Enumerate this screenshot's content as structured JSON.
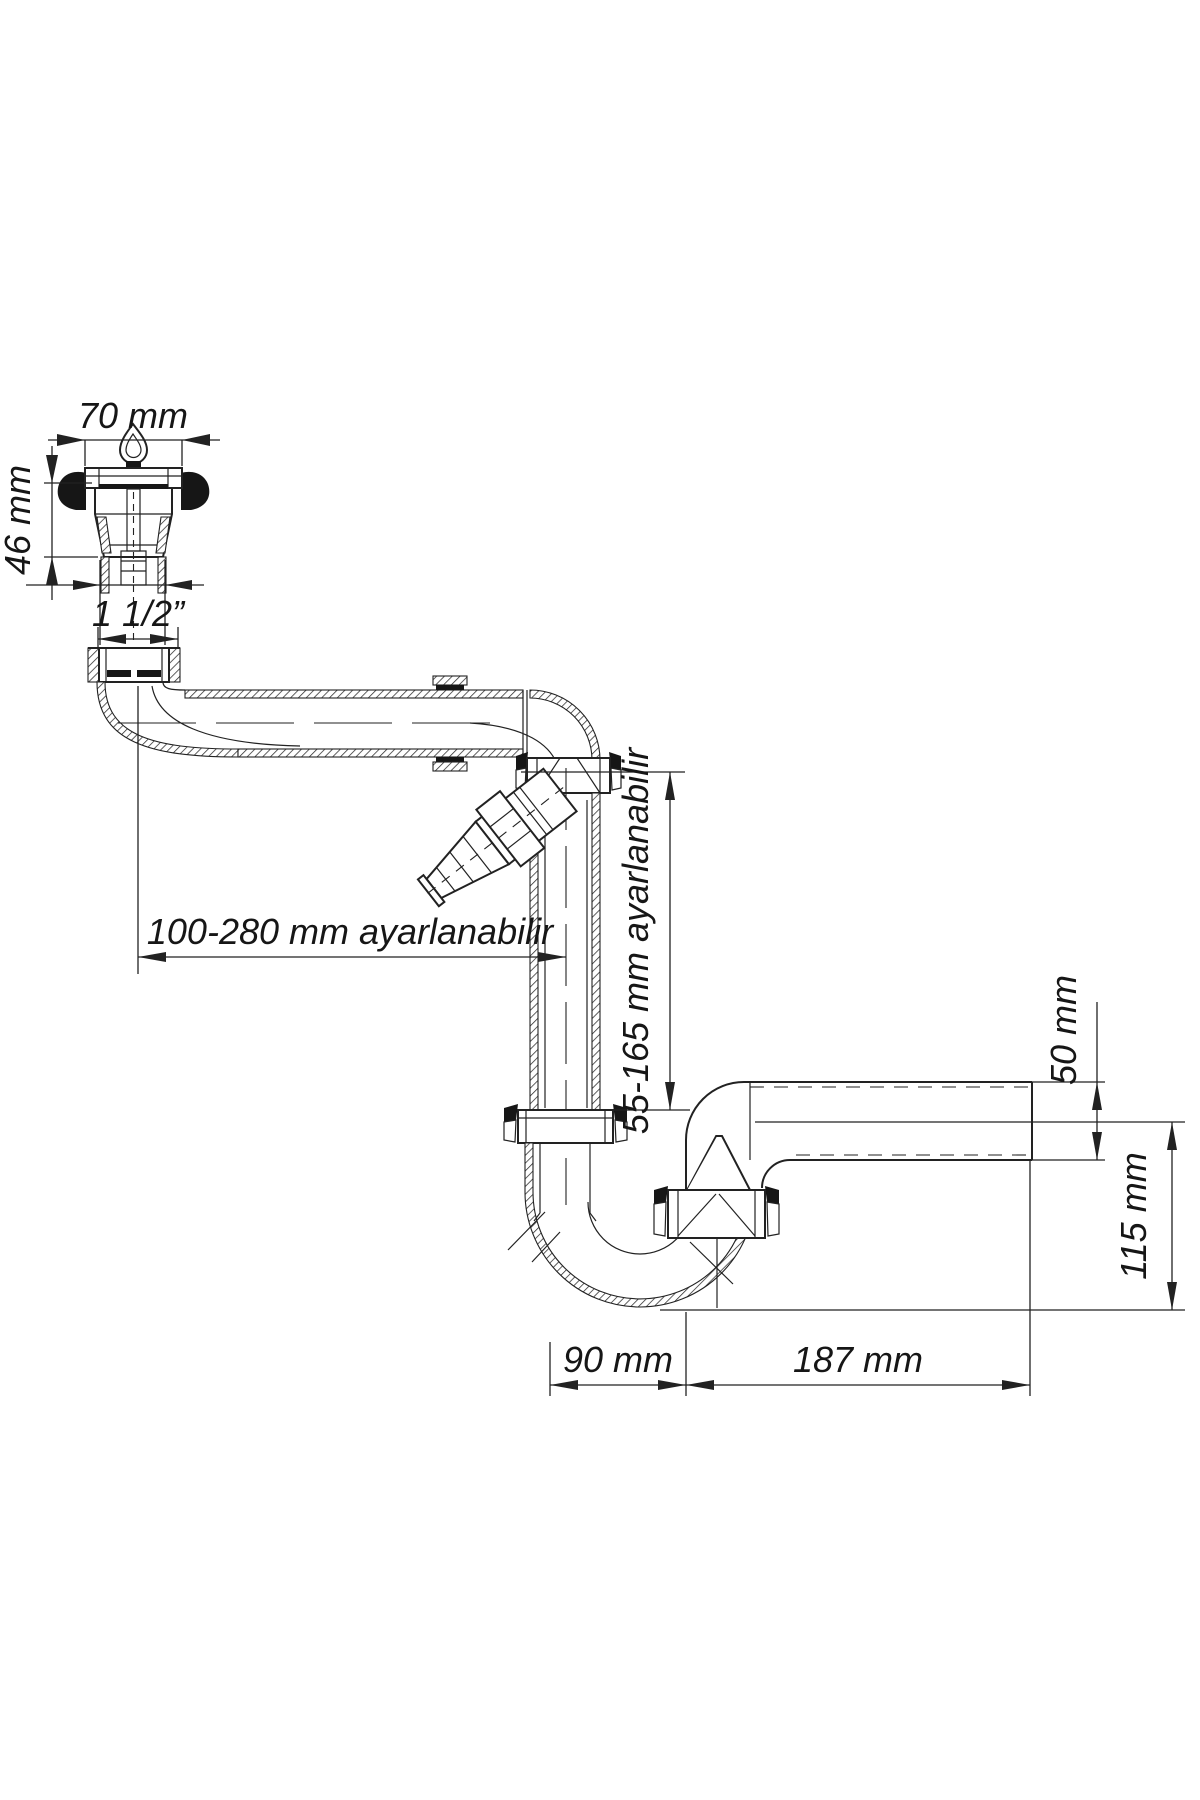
{
  "diagram": {
    "type": "technical-drawing",
    "subject": "space-saving sink siphon (P-trap) with strainer and appliance hose spout",
    "colors": {
      "line": "#222222",
      "background": "#ffffff",
      "gasket_fill": "#161616"
    },
    "labels": {
      "strainer_width": "70 mm",
      "strainer_height": "46 mm",
      "thread_size": "1 1/2”",
      "horizontal_adjust": "100-280 mm ayarlanabilir",
      "vertical_adjust": "55-165 mm ayarlanabilir",
      "outlet_pipe_diameter": "50 mm",
      "outlet_height": "115 mm",
      "trap_width": "90 mm",
      "outlet_length": "187 mm"
    }
  }
}
